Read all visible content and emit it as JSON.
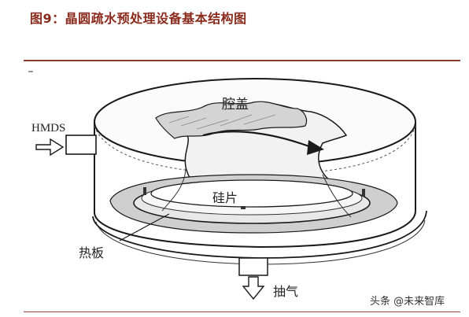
{
  "figure": {
    "title": "图9：晶圆疏水预处理设备基本结构图"
  },
  "labels": {
    "lid": "腔盖",
    "hmds": "HMDS",
    "wafer": "硅片",
    "hotplate": "热板",
    "exhaust": "抽气"
  },
  "watermark": {
    "text": "头条 @未来智库"
  }
}
